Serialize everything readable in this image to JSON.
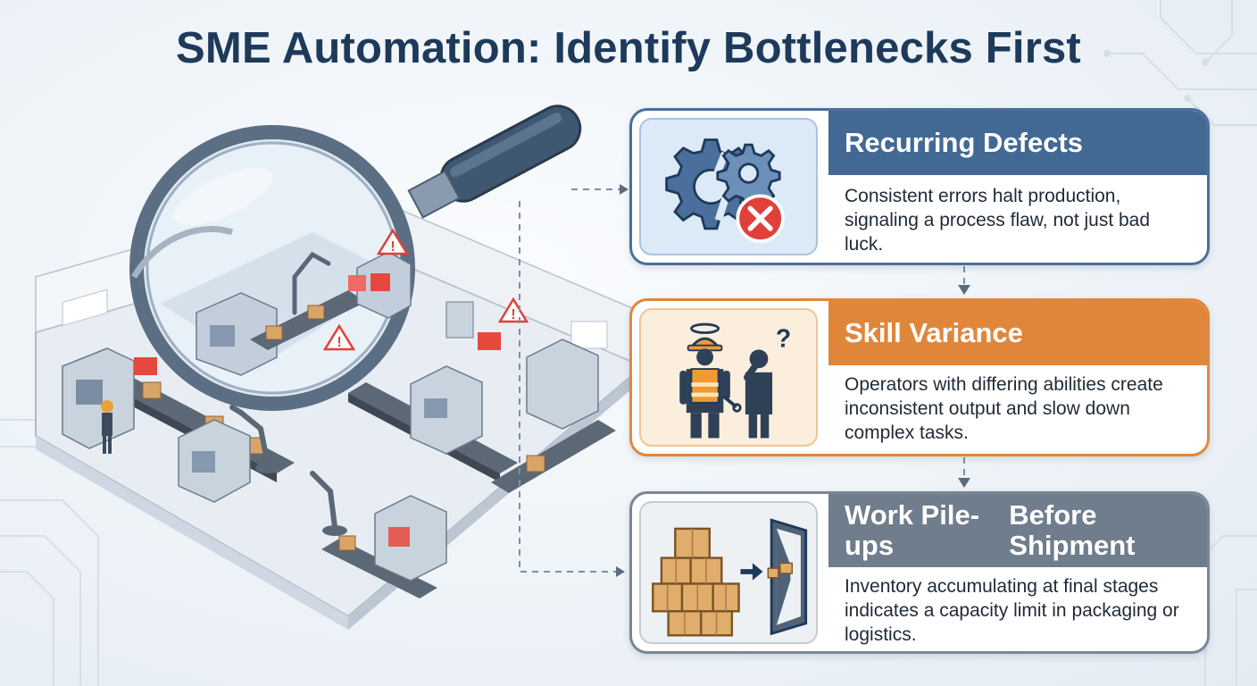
{
  "title": "SME Automation: Identify Bottlenecks First",
  "cards": [
    {
      "id": "recurring-defects",
      "heading": "Recurring Defects",
      "body": "Consistent errors halt production, signaling a process flaw, not just bad luck.",
      "accent": "#426994",
      "icon": "broken-gear-error-icon"
    },
    {
      "id": "skill-variance",
      "heading": "Skill Variance",
      "body": "Operators with differing abilities create inconsistent output and slow down complex tasks.",
      "accent": "#e0863a",
      "icon": "operators-question-icon"
    },
    {
      "id": "work-pileups",
      "heading_line1": "Work Pile-ups",
      "heading_line2": "Before Shipment",
      "body": "Inventory accumulating at final stages indicates a capacity limit in packaging or logistics.",
      "accent": "#6f7d8c",
      "icon": "boxes-door-icon"
    }
  ],
  "colors": {
    "title": "#1e3a5a",
    "alert_red": "#e0403a",
    "background": "#eef3f8"
  }
}
